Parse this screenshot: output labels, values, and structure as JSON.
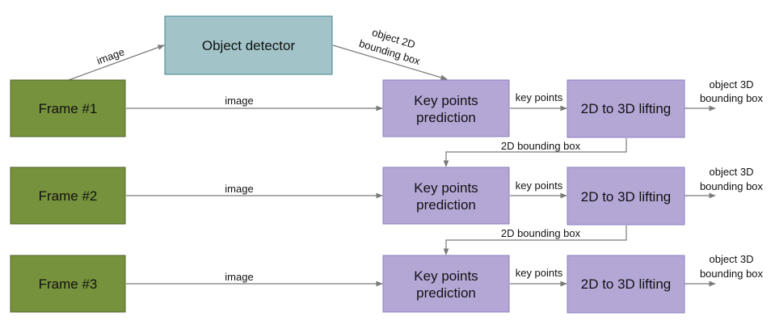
{
  "nodes": {
    "object_detector": {
      "label": "Object detector"
    },
    "frame1": {
      "label": "Frame #1"
    },
    "frame2": {
      "label": "Frame #2"
    },
    "frame3": {
      "label": "Frame #3"
    },
    "kp1": {
      "line1": "Key points",
      "line2": "prediction"
    },
    "kp2": {
      "line1": "Key points",
      "line2": "prediction"
    },
    "kp3": {
      "line1": "Key points",
      "line2": "prediction"
    },
    "lift1": {
      "label": "2D to 3D lifting"
    },
    "lift2": {
      "label": "2D to 3D lifting"
    },
    "lift3": {
      "label": "2D to 3D lifting"
    }
  },
  "edges": {
    "image_to_detector": "image",
    "detector_to_kp1": {
      "line1": "object 2D",
      "line2": "bounding box"
    },
    "frame1_to_kp1": "image",
    "frame2_to_kp2": "image",
    "frame3_to_kp3": "image",
    "kp1_to_lift1": "key points",
    "kp2_to_lift2": "key points",
    "kp3_to_lift3": "key points",
    "lift1_to_kp2": "2D bounding box",
    "lift2_to_kp3": "2D bounding box",
    "out1": {
      "line1": "object 3D",
      "line2": "bounding box"
    },
    "out2": {
      "line1": "object 3D",
      "line2": "bounding box"
    },
    "out3": {
      "line1": "object 3D",
      "line2": "bounding box"
    }
  },
  "colors": {
    "frame_fill": "#76923c",
    "frame_stroke": "#4f6228",
    "detector_fill": "#a2c4c9",
    "detector_stroke": "#45818e",
    "process_fill": "#b4a7d6",
    "process_stroke": "#8e7cc3",
    "edge": "#7a7a7a"
  }
}
